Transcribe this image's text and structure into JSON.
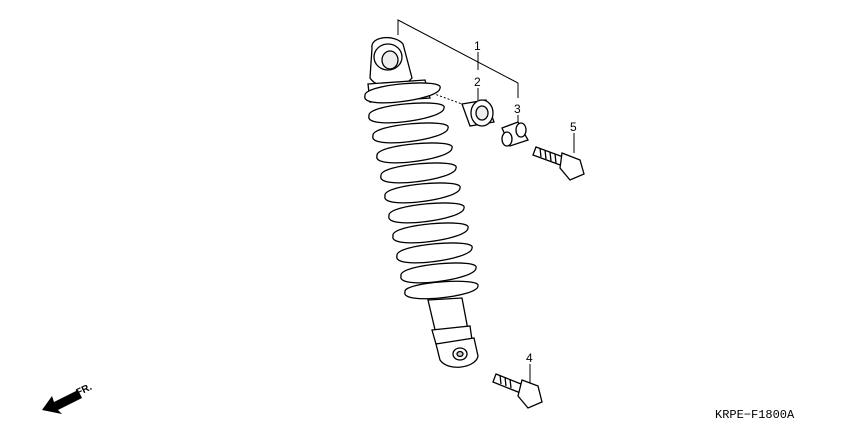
{
  "diagram": {
    "code": "KRPE−F1800A",
    "front_label": "FR.",
    "callouts": [
      {
        "id": "1",
        "label": "1"
      },
      {
        "id": "2",
        "label": "2"
      },
      {
        "id": "3",
        "label": "3"
      },
      {
        "id": "4",
        "label": "4"
      },
      {
        "id": "5",
        "label": "5"
      }
    ],
    "icons": {
      "front_arrow": "front-direction-arrow-icon"
    }
  }
}
